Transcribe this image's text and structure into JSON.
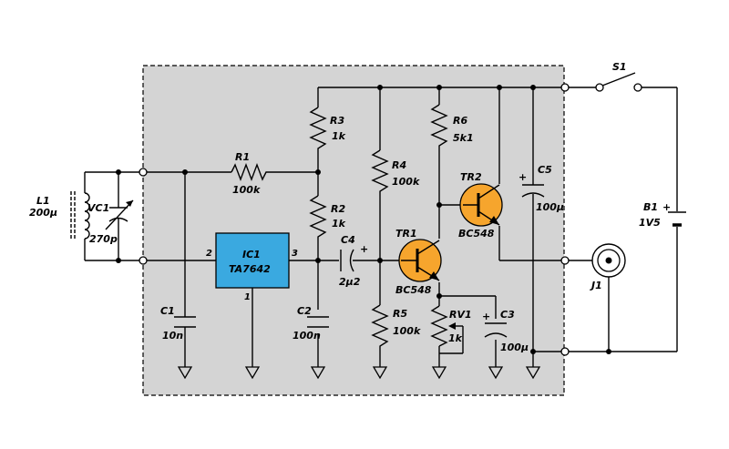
{
  "components": {
    "S1": {
      "ref": "S1"
    },
    "B1": {
      "ref": "B1",
      "value": "1V5",
      "polarity": "+"
    },
    "J1": {
      "ref": "J1"
    },
    "L1": {
      "ref": "L1",
      "value": "200µ"
    },
    "VC1": {
      "ref": "VC1",
      "value": "270p"
    },
    "R1": {
      "ref": "R1",
      "value": "100k"
    },
    "R2": {
      "ref": "R2",
      "value": "1k"
    },
    "R3": {
      "ref": "R3",
      "value": "1k"
    },
    "R4": {
      "ref": "R4",
      "value": "100k"
    },
    "R5": {
      "ref": "R5",
      "value": "100k"
    },
    "R6": {
      "ref": "R6",
      "value": "5k1"
    },
    "RV1": {
      "ref": "RV1",
      "value": "1k"
    },
    "C1": {
      "ref": "C1",
      "value": "10n"
    },
    "C2": {
      "ref": "C2",
      "value": "100n"
    },
    "C3": {
      "ref": "C3",
      "value": "100µ",
      "polarity": "+"
    },
    "C4": {
      "ref": "C4",
      "value": "2µ2",
      "polarity": "+"
    },
    "C5": {
      "ref": "C5",
      "value": "100µ",
      "polarity": "+"
    },
    "TR1": {
      "ref": "TR1",
      "value": "BC548"
    },
    "TR2": {
      "ref": "TR2",
      "value": "BC548"
    },
    "IC1": {
      "ref": "IC1",
      "value": "TA7642",
      "pins": [
        "1",
        "2",
        "3"
      ]
    }
  },
  "colors": {
    "board": "#d4d4d4",
    "ic_fill": "#3aa9e0",
    "transistor_fill": "#f6a52d",
    "wire": "#000000"
  }
}
